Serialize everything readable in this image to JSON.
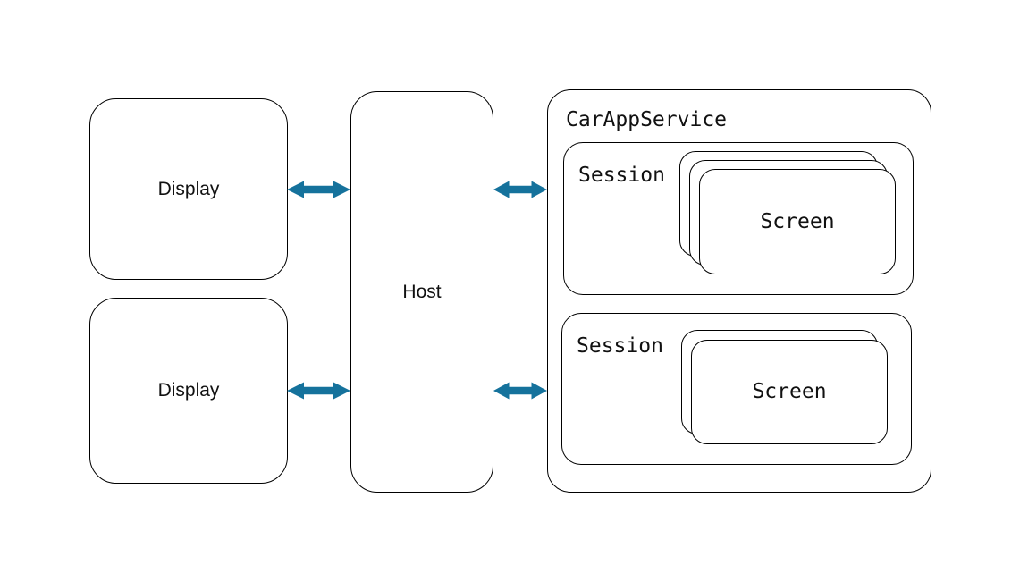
{
  "colors": {
    "background": "#ffffff",
    "stroke": "#000000",
    "arrow": "#15729C",
    "text": "#111111"
  },
  "nodes": {
    "display1": {
      "label": "Display"
    },
    "display2": {
      "label": "Display"
    },
    "host": {
      "label": "Host"
    },
    "car_app_service": {
      "label": "CarAppService"
    },
    "session1": {
      "label": "Session"
    },
    "session2": {
      "label": "Session"
    },
    "screen_stack1": {
      "label": "Screen",
      "card_count": 3
    },
    "screen_stack2": {
      "label": "Screen",
      "card_count": 2
    }
  },
  "arrows": [
    {
      "name": "display1-host",
      "type": "bidirectional"
    },
    {
      "name": "display2-host",
      "type": "bidirectional"
    },
    {
      "name": "host-carappservice-top",
      "type": "bidirectional"
    },
    {
      "name": "host-carappservice-bottom",
      "type": "bidirectional"
    }
  ]
}
